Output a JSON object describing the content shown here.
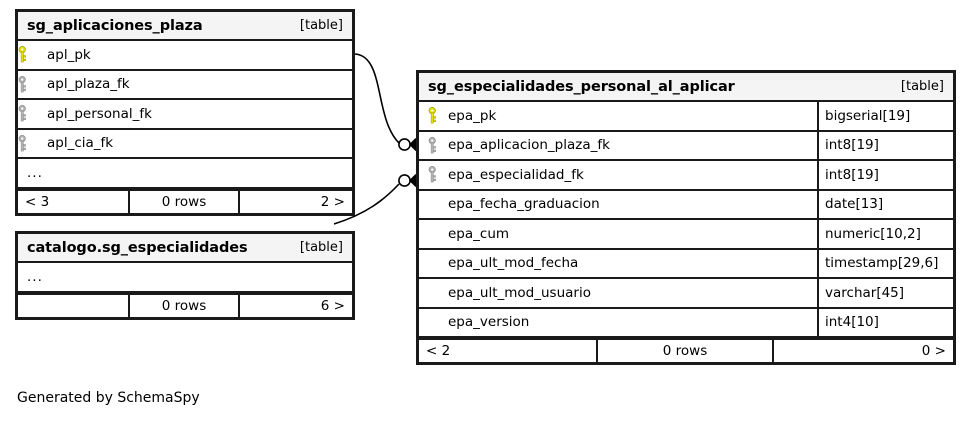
{
  "diagram": {
    "generator_note": "Generated by SchemaSpy",
    "table_tag": "[table]",
    "ellipsis": "...",
    "rows_label": "0 rows",
    "colors": {
      "pk_key": "#e8e000",
      "fk_key": "#b3b3b3",
      "border": "#1a1a1a",
      "header_bg": "#f4f4f4",
      "background": "#ffffff"
    }
  },
  "tables": [
    {
      "name": "sg_aplicaciones_plaza",
      "tag": "[table]",
      "columns": [
        {
          "name": "apl_pk",
          "key": "pk",
          "type": ""
        },
        {
          "name": "apl_plaza_fk",
          "key": "fk",
          "type": ""
        },
        {
          "name": "apl_personal_fk",
          "key": "fk",
          "type": ""
        },
        {
          "name": "apl_cia_fk",
          "key": "fk",
          "type": ""
        }
      ],
      "has_ellipsis_row": true,
      "ellipsis": "...",
      "footer": {
        "left": "< 3",
        "middle": "0 rows",
        "right": "2 >"
      }
    },
    {
      "name": "catalogo.sg_especialidades",
      "tag": "[table]",
      "columns": [],
      "has_ellipsis_row": true,
      "ellipsis": "...",
      "footer": {
        "left": "",
        "middle": "0 rows",
        "right": "6 >"
      }
    },
    {
      "name": "sg_especialidades_personal_al_aplicar",
      "tag": "[table]",
      "columns": [
        {
          "name": "epa_pk",
          "key": "pk",
          "type": "bigserial[19]"
        },
        {
          "name": "epa_aplicacion_plaza_fk",
          "key": "fk",
          "type": "int8[19]"
        },
        {
          "name": "epa_especialidad_fk",
          "key": "fk",
          "type": "int8[19]"
        },
        {
          "name": "epa_fecha_graduacion",
          "key": "none",
          "type": "date[13]"
        },
        {
          "name": "epa_cum",
          "key": "none",
          "type": "numeric[10,2]"
        },
        {
          "name": "epa_ult_mod_fecha",
          "key": "none",
          "type": "timestamp[29,6]"
        },
        {
          "name": "epa_ult_mod_usuario",
          "key": "none",
          "type": "varchar[45]"
        },
        {
          "name": "epa_version",
          "key": "none",
          "type": "int4[10]"
        }
      ],
      "has_ellipsis_row": false,
      "ellipsis": "",
      "footer": {
        "left": "< 2",
        "middle": "0 rows",
        "right": "0 >"
      }
    }
  ],
  "relationships": [
    {
      "from_table": "sg_aplicaciones_plaza",
      "from_column": "apl_pk",
      "to_table": "sg_especialidades_personal_al_aplicar",
      "to_column": "epa_aplicacion_plaza_fk"
    },
    {
      "from_table": "catalogo.sg_especialidades",
      "from_column": "",
      "to_table": "sg_especialidades_personal_al_aplicar",
      "to_column": "epa_especialidad_fk"
    }
  ]
}
